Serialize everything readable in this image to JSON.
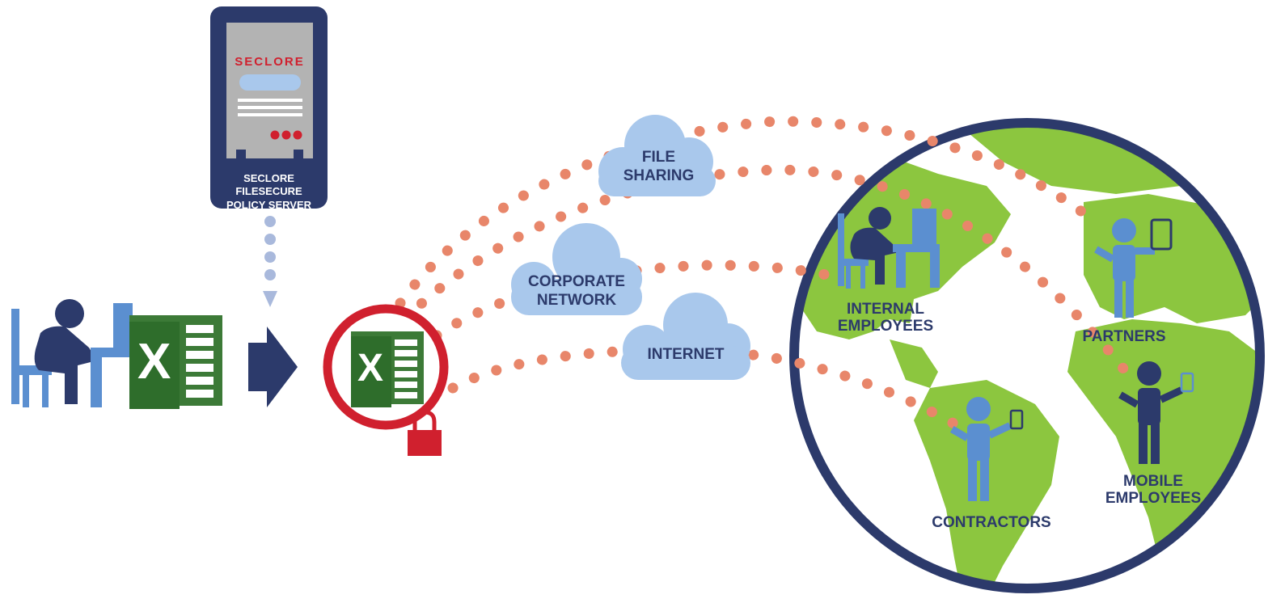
{
  "server": {
    "brand": "SECLORE",
    "label_line1": "SECLORE FILESECURE",
    "label_line2": "POLICY SERVER"
  },
  "excel": {
    "letter": "X"
  },
  "clouds": {
    "file_sharing": {
      "line1": "FILE",
      "line2": "SHARING"
    },
    "corporate_network": {
      "line1": "CORPORATE",
      "line2": "NETWORK"
    },
    "internet": {
      "line1": "INTERNET"
    }
  },
  "recipients": {
    "internal": {
      "line1": "INTERNAL",
      "line2": "EMPLOYEES"
    },
    "partners": {
      "line1": "PARTNERS"
    },
    "contractors": {
      "line1": "CONTRACTORS"
    },
    "mobile": {
      "line1": "MOBILE",
      "line2": "EMPLOYEES"
    }
  },
  "colors": {
    "navy": "#2c3a6b",
    "light_blue": "#5b8fd0",
    "cloud": "#a9c8ec",
    "green_globe": "#8cc63f",
    "excel_green": "#3c7a37",
    "red": "#d0202e",
    "dots": "#e8866a"
  }
}
